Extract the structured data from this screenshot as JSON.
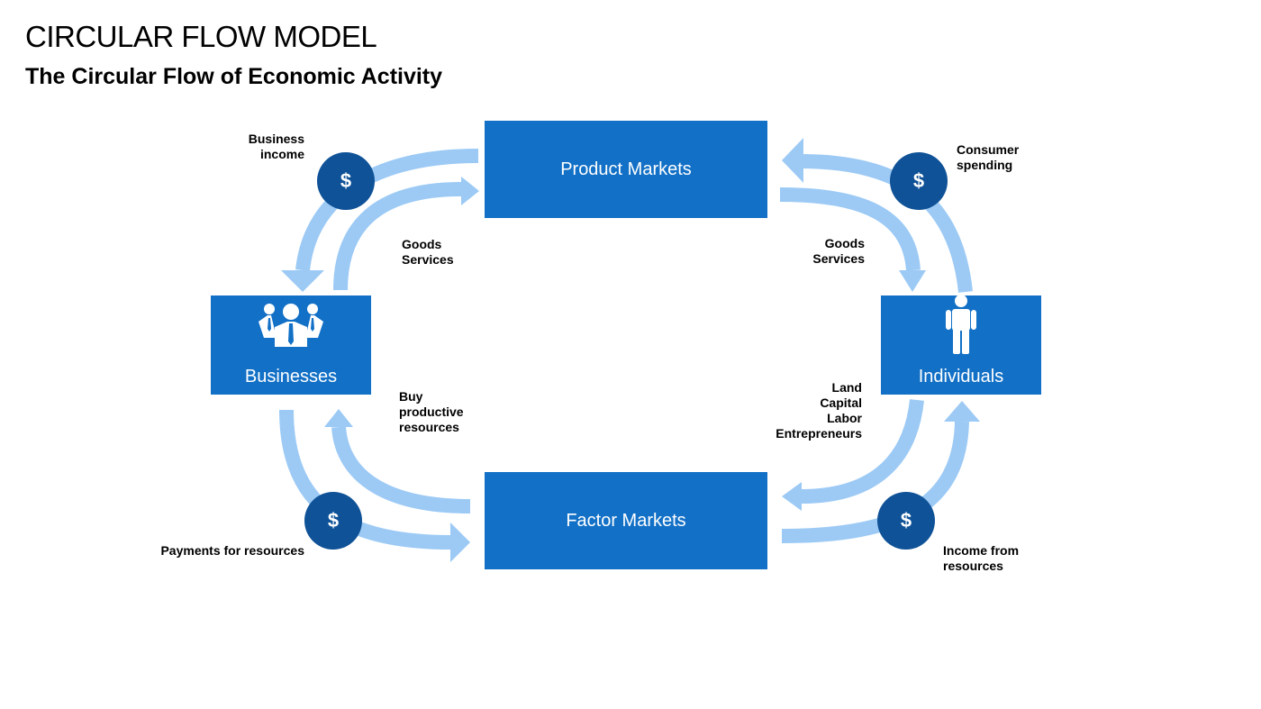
{
  "title": "CIRCULAR FLOW MODEL",
  "subtitle": "The Circular Flow of Economic Activity",
  "colors": {
    "box": "#1270c6",
    "coin": "#0f5297",
    "arrow": "#9ccaf5"
  },
  "nodes": {
    "product_markets": "Product Markets",
    "factor_markets": "Factor Markets",
    "businesses": "Businesses",
    "individuals": "Individuals"
  },
  "coin_symbol": "$",
  "labels": {
    "business_income": [
      "Business",
      "income"
    ],
    "consumer_spending": [
      "Consumer",
      "spending"
    ],
    "goods_services_left": [
      "Goods",
      "Services"
    ],
    "goods_services_right": [
      "Goods",
      "Services"
    ],
    "buy_productive_resources": [
      "Buy",
      "productive",
      "resources"
    ],
    "factors": [
      "Land",
      "Capital",
      "Labor",
      "Entrepreneurs"
    ],
    "payments_for_resources": [
      "Payments for resources"
    ],
    "income_from_resources": [
      "Income from",
      "resources"
    ]
  },
  "icons": {
    "businesses": "business-people-icon",
    "individuals": "person-icon"
  }
}
